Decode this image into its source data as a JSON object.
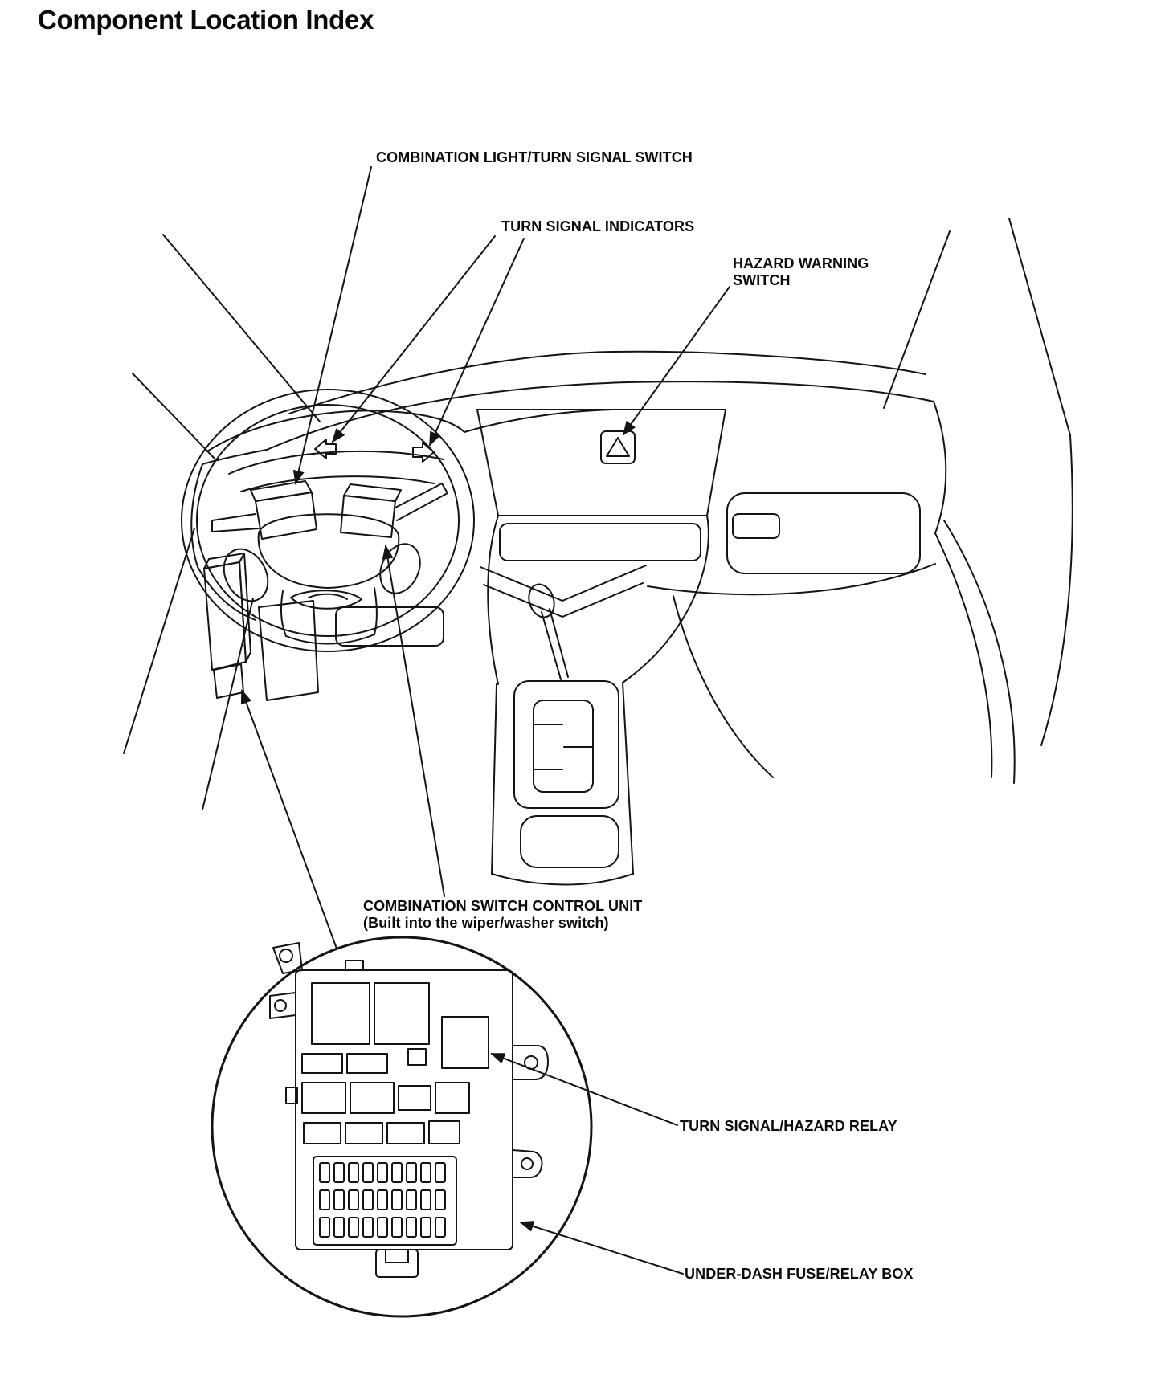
{
  "title": "Component Location Index",
  "labels": {
    "combination_light_turn_signal_switch": "COMBINATION LIGHT/TURN SIGNAL SWITCH",
    "turn_signal_indicators": "TURN SIGNAL INDICATORS",
    "hazard_warning_switch": "HAZARD WARNING\nSWITCH",
    "combination_switch_control_unit": "COMBINATION SWITCH CONTROL UNIT\n(Built into the wiper/washer switch)",
    "turn_signal_hazard_relay": "TURN SIGNAL/HAZARD RELAY",
    "under_dash_fuse_relay_box": "UNDER-DASH FUSE/RELAY BOX"
  },
  "diagram": {
    "ink_color": "#141414",
    "background_color": "#ffffff",
    "icons": {
      "left_turn_indicator": "left-arrow-outline",
      "right_turn_indicator": "right-arrow-outline",
      "hazard_button": "warning-triangle"
    }
  }
}
